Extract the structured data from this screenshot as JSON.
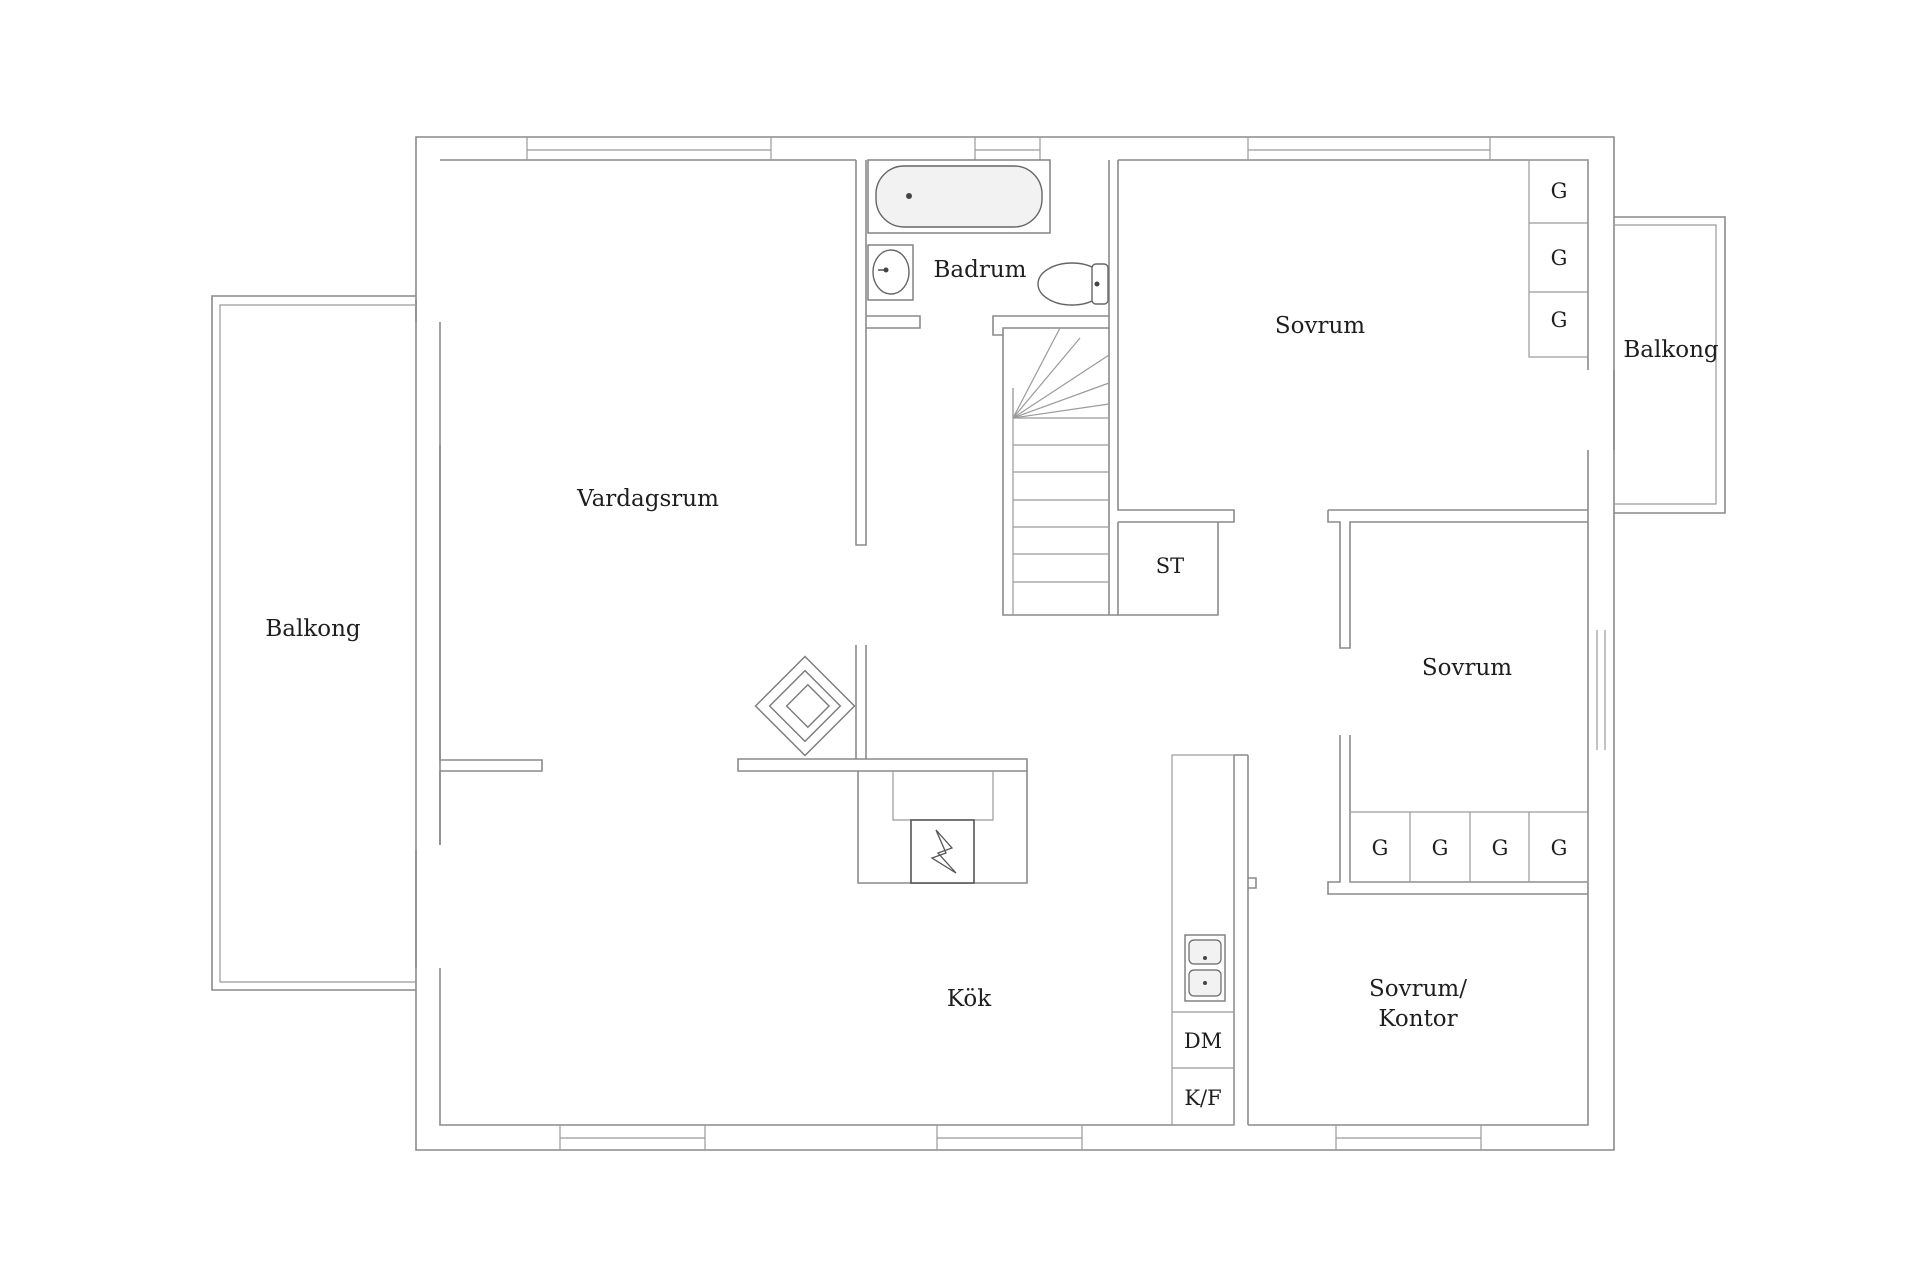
{
  "labels": {
    "balcony_west": "Balkong",
    "living_room": "Vardagsrum",
    "bathroom": "Badrum",
    "bedroom_1": "Sovrum",
    "balcony_east": "Balkong",
    "storage": "ST",
    "bedroom_2": "Sovrum",
    "kitchen": "Kök",
    "office_line1": "Sovrum/",
    "office_line2": "Kontor",
    "dishwasher": "DM",
    "fridge_freezer": "K/F",
    "wardrobe": "G"
  }
}
